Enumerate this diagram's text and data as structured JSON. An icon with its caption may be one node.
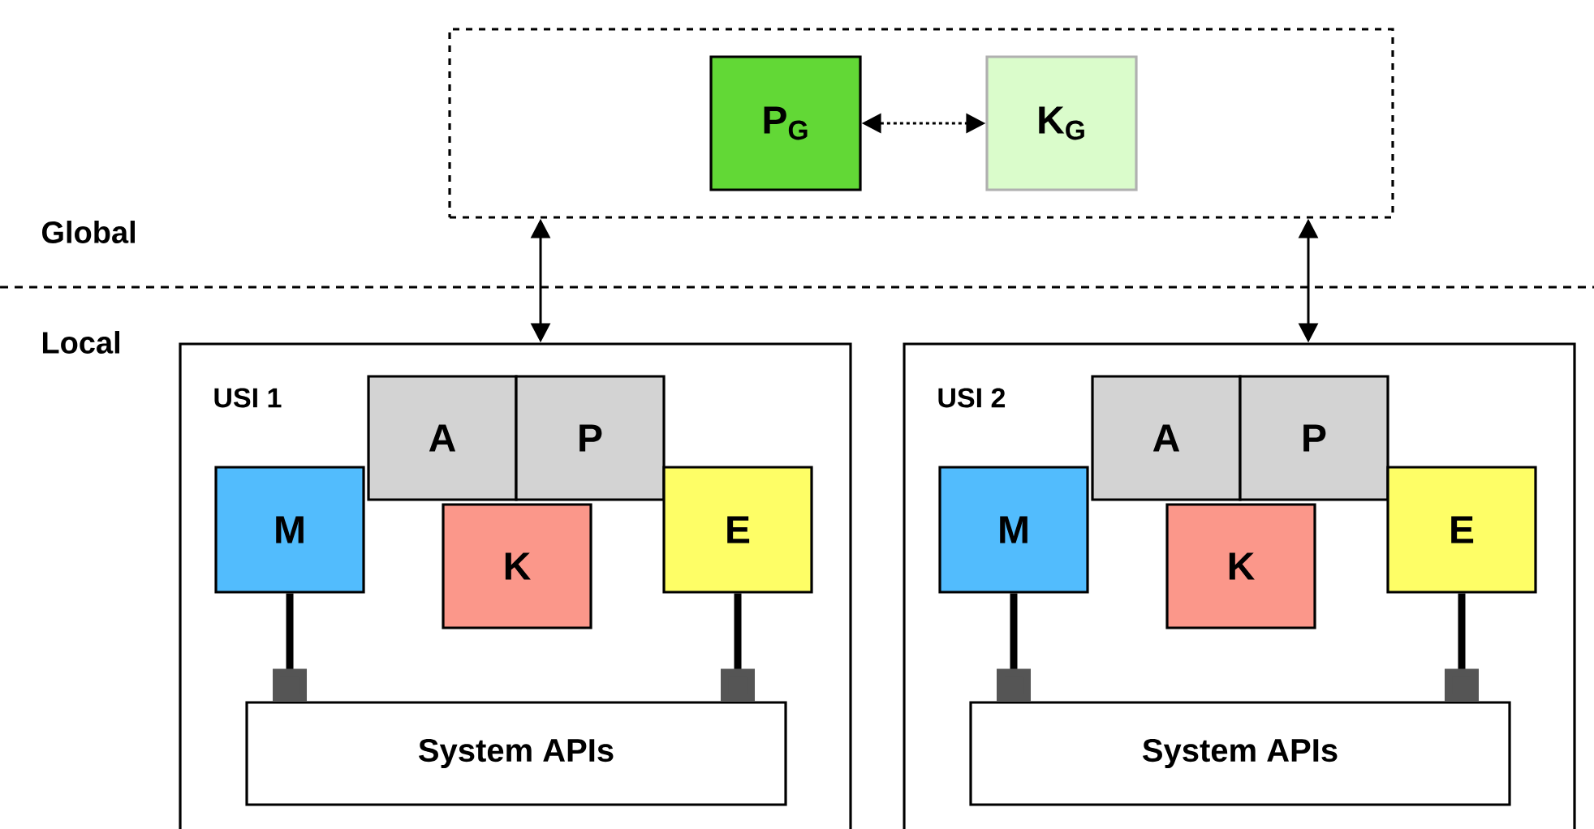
{
  "diagram": {
    "nodes": [
      {
        "text": [],
        "shape": "box"
      },
      {
        "text": [
          "P$_{G}$"
        ],
        "in": 0
      },
      {
        "text": [
          "K$_{G}$"
        ],
        "in": 0
      },
      {
        "text": [
          "USI 1"
        ]
      },
      {
        "text": [
          "A"
        ],
        "in": 3
      },
      {
        "text": [
          "P"
        ],
        "in": 3
      },
      {
        "text": [
          "M"
        ],
        "in": 3
      },
      {
        "text": [
          "K"
        ],
        "in": 3
      },
      {
        "text": [
          "E"
        ],
        "in": 3
      },
      {
        "text": [
          "System APIs"
        ],
        "in": 3
      },
      {
        "text": [
          "USI 2"
        ]
      },
      {
        "text": [
          "A"
        ],
        "in": 10
      },
      {
        "text": [
          "P"
        ],
        "in": 10
      },
      {
        "text": [
          "M"
        ],
        "in": 10
      },
      {
        "text": [
          "K"
        ],
        "in": 10
      },
      {
        "text": [
          "E"
        ],
        "in": 10
      },
      {
        "text": [
          "System APIs"
        ],
        "in": 10
      }
    ],
    "edges": [
      {
        "from": 1,
        "to": 2,
        "arrow": "both",
        "style": "dashed"
      },
      {
        "from": 0,
        "to": 3,
        "arrow": "both"
      },
      {
        "from": 0,
        "to": 10,
        "arrow": "both"
      },
      {
        "from": 6,
        "to": 9,
        "arrow": "other"
      },
      {
        "from": 8,
        "to": 9,
        "arrow": "other"
      },
      {
        "from": 13,
        "to": 16,
        "arrow": "other"
      },
      {
        "from": 15,
        "to": 16,
        "arrow": "other"
      }
    ],
    "labels": [
      "Global",
      "Local"
    ]
  }
}
